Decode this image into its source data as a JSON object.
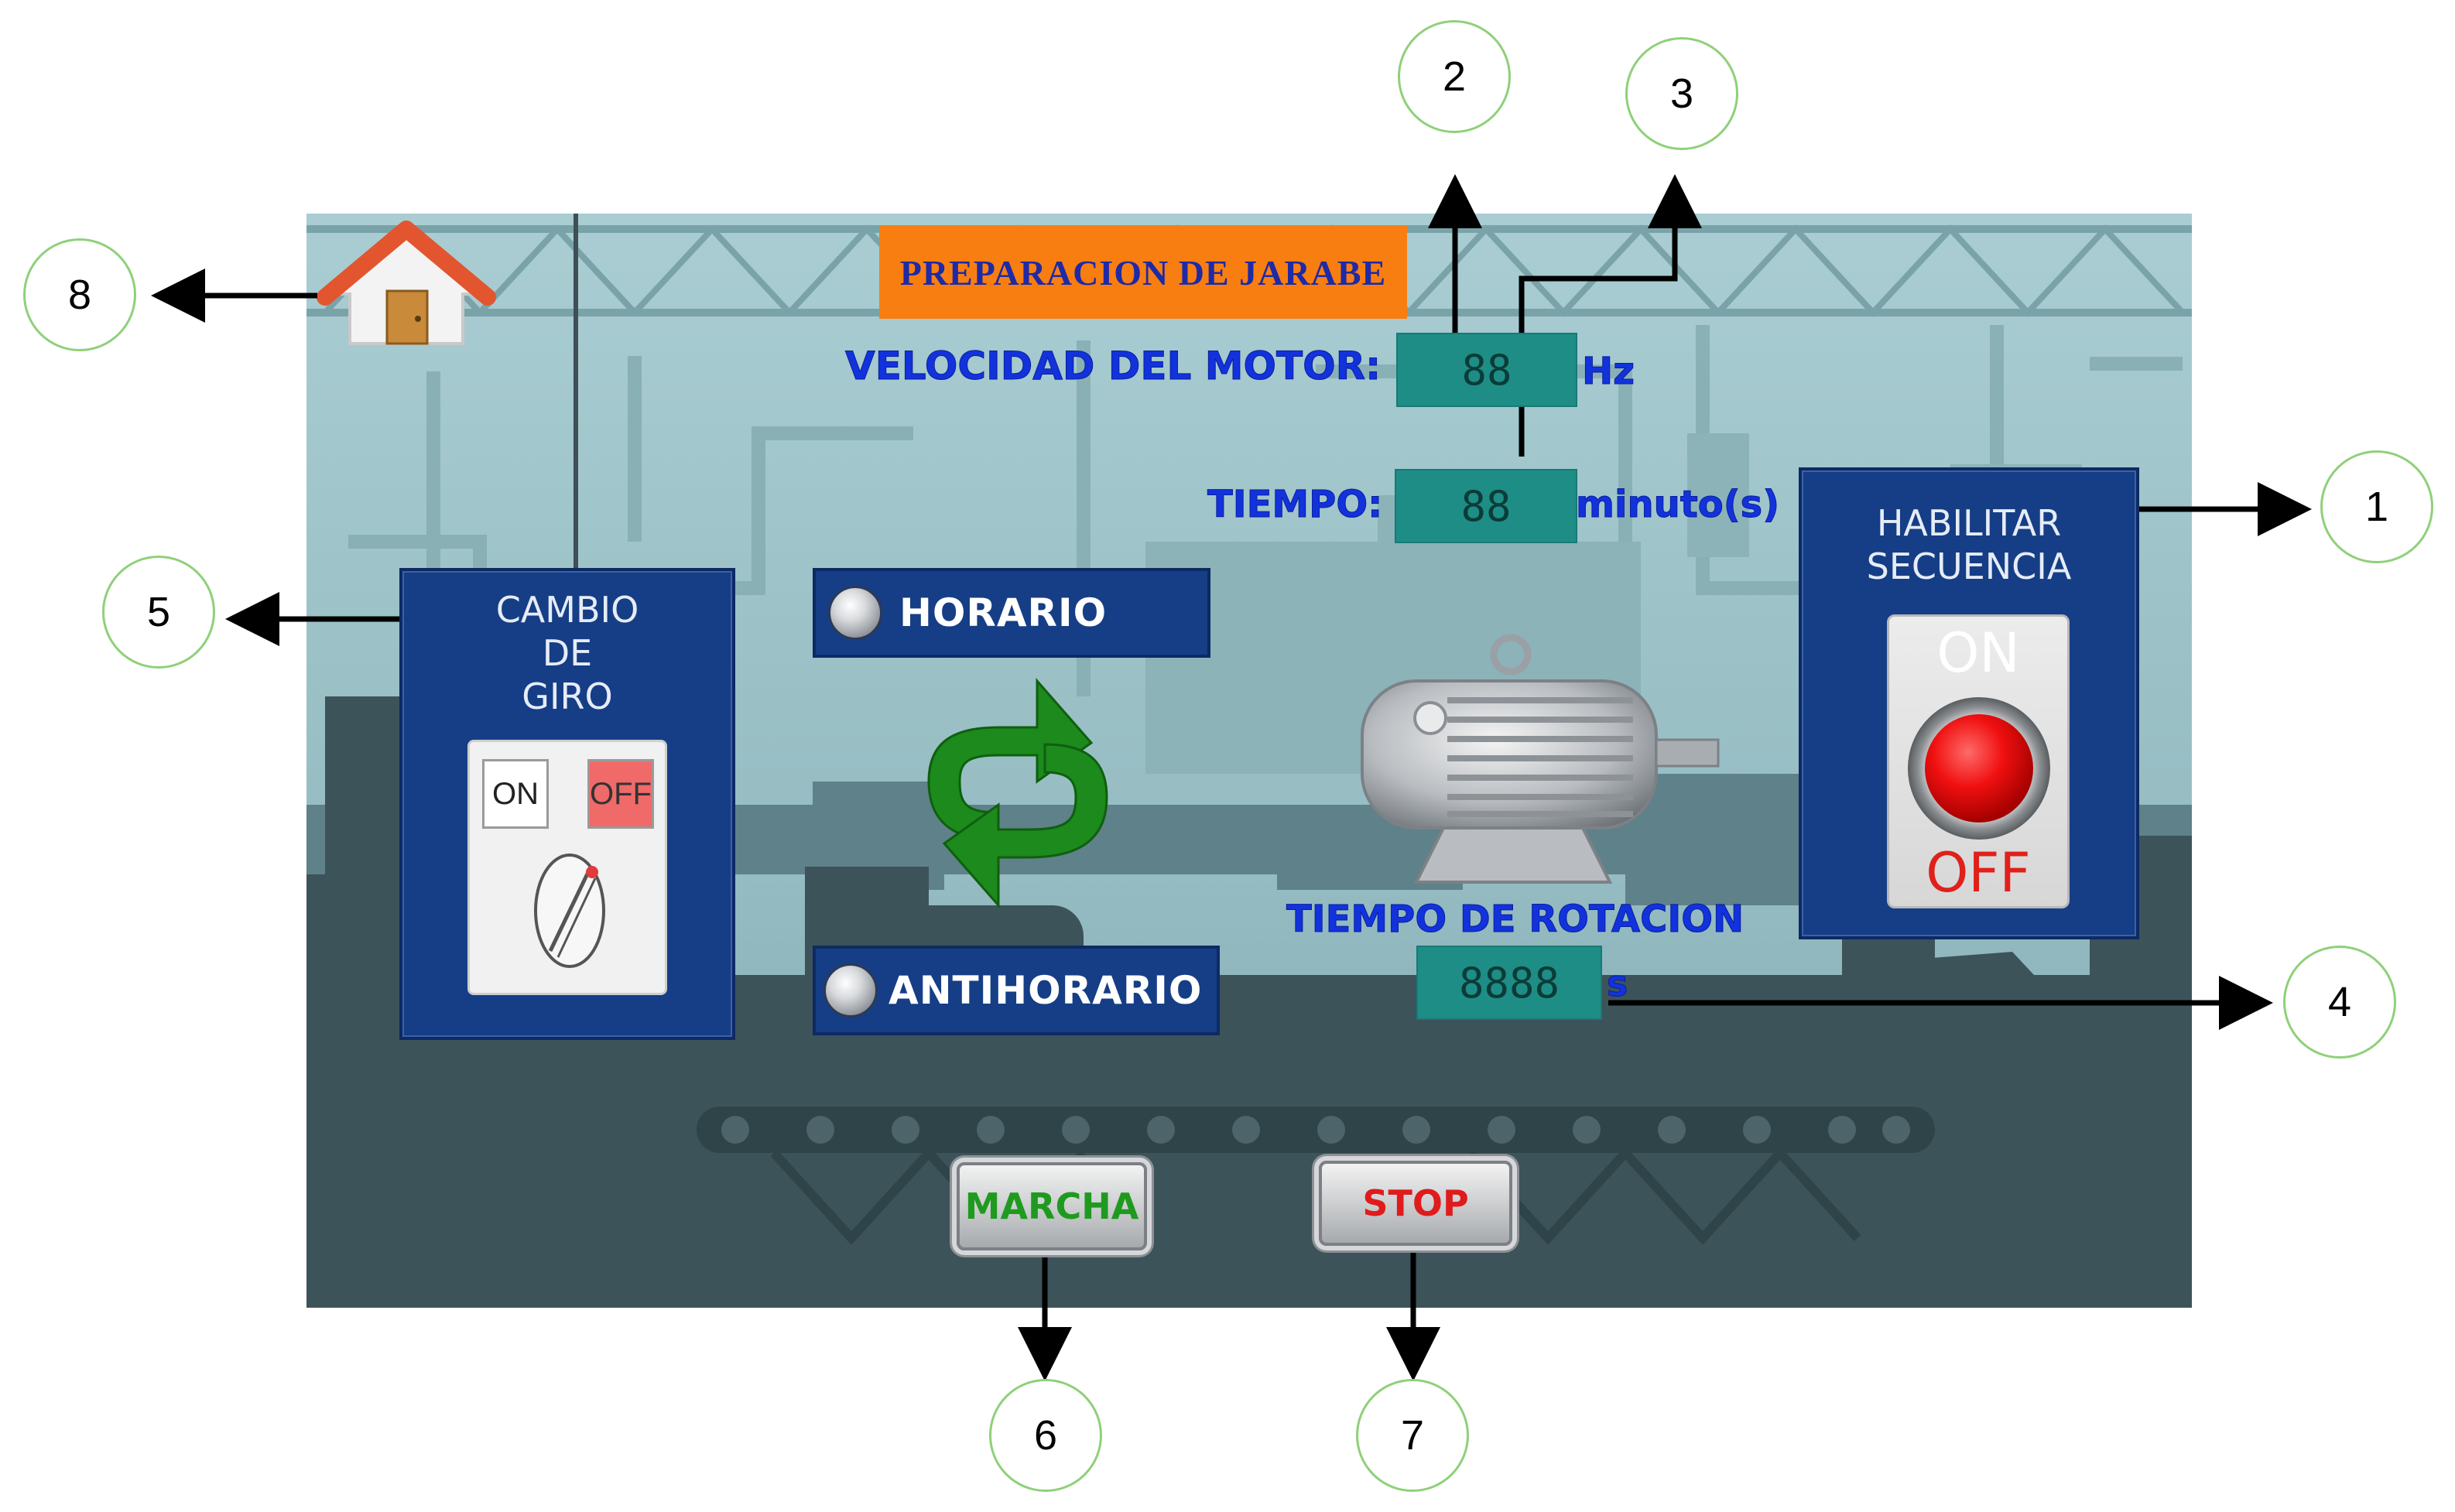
{
  "screen": {
    "title": "PREPARACION DE JARABE",
    "motor_speed": {
      "label": "VELOCIDAD DEL MOTOR:",
      "value": "88",
      "unit": "Hz"
    },
    "time": {
      "label": "TIEMPO:",
      "value": "88",
      "unit": "minuto(s)"
    },
    "rotation_time": {
      "label": "TIEMPO DE ROTACION",
      "value": "8888",
      "unit": "s"
    },
    "direction_panel": {
      "title": "CAMBIO\nDE\nGIRO",
      "on_label": "ON",
      "off_label": "OFF"
    },
    "directions": {
      "clockwise": "HORARIO",
      "counterclockwise": "ANTIHORARIO"
    },
    "enable_panel": {
      "title": "HABILITAR\nSECUENCIA",
      "on_label": "ON",
      "off_label": "OFF"
    },
    "buttons": {
      "start": "MARCHA",
      "stop": "STOP"
    }
  },
  "callouts": [
    "1",
    "2",
    "3",
    "4",
    "5",
    "6",
    "7",
    "8"
  ],
  "colors": {
    "title_bg": "#f97e12",
    "title_text": "#1e2aa6",
    "label_blue": "#1232dc",
    "display_teal": "#1e8d86",
    "panel_navy": "#163e86",
    "start_green": "#1f9a1f",
    "stop_red": "#e01b1b",
    "callout_border": "#8fd07a"
  },
  "icons": [
    "home-icon",
    "rotation-arrows-icon",
    "motor-icon",
    "selector-switch-icon",
    "red-pushbutton-icon",
    "pilot-light-icon"
  ]
}
